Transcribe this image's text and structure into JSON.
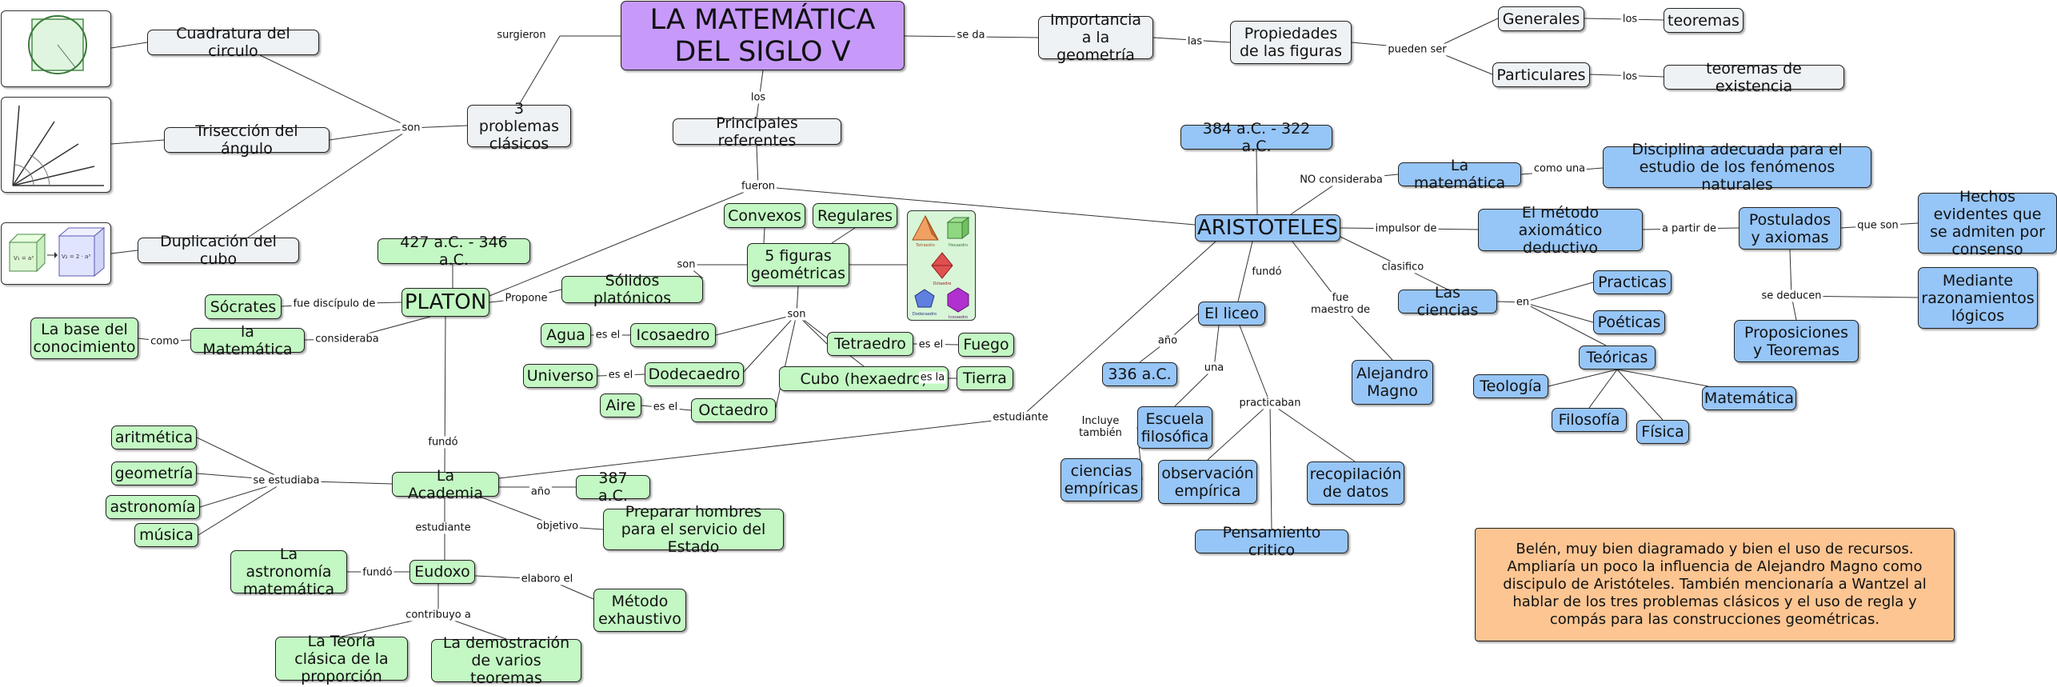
{
  "concepts": {
    "title": "LA MATEMÁTICA DEL SIGLO V",
    "importancia": "Importancia a la geometría",
    "propiedades": "Propiedades de las figuras",
    "generales": "Generales",
    "teoremas": "teoremas",
    "particulares": "Particulares",
    "teoremas_existencia": "teoremas de existencia",
    "cuadratura": "Cuadratura del circulo",
    "triseccion": "Trisección del ángulo",
    "duplicacion": "Duplicación del cubo",
    "tres_problemas": "3 problemas clásicos",
    "principales": "Principales referentes",
    "platon_fechas": "427 a.C. - 346 a.C.",
    "platon": "PLATON",
    "socrates": "Sócrates",
    "la_matematica": "la Matemática",
    "base_conocimiento": "La base del conocimiento",
    "solidos": "Sólidos platónicos",
    "cinco_figuras": "5 figuras geométricas",
    "convexos": "Convexos",
    "regulares": "Regulares",
    "agua": "Agua",
    "icosaedro": "Icosaedro",
    "universo": "Universo",
    "dodecaedro": "Dodecaedro",
    "aire": "Aire",
    "octaedro": "Octaedro",
    "tetraedro": "Tetraedro",
    "fuego": "Fuego",
    "cubo": "Cubo (hexaedro)",
    "tierra": "Tierra",
    "academia": "La Academia",
    "aritmetica": "aritmética",
    "geometria": "geometría",
    "astronomia": "astronomía",
    "musica": "música",
    "academia_ano": "387 a.C.",
    "preparar": "Preparar hombres para el servicio del Estado",
    "eudoxo": "Eudoxo",
    "astronomia_mat": "La astronomía matemática",
    "metodo_exhaustivo": "Método exhaustivo",
    "teoria_proporcion": "La Teoría clásica de la proporción",
    "demostracion": "La demostración de varios teoremas",
    "aristoteles_fechas": "384 a.C. - 322 a.C.",
    "aristoteles": "ARISTOTELES",
    "matematica_ari": "La matemática",
    "disciplina": "Disciplina adecuada para el estudio de los fenómenos naturales",
    "metodo_axiomatico": "El método axiomático deductivo",
    "postulados": "Postulados y axiomas",
    "hechos": "Hechos evidentes que se admiten por consenso",
    "mediante": "Mediante razonamientos lógicos",
    "proposiciones": "Proposiciones y Teoremas",
    "ciencias": "Las ciencias",
    "practicas": "Practicas",
    "poeticas": "Poéticas",
    "teoricas": "Teóricas",
    "teologia": "Teología",
    "filosofia": "Filosofía",
    "fisica": "Física",
    "matematica_teo": "Matemática",
    "liceo": "El liceo",
    "liceo_ano": "336 a.C.",
    "escuela": "Escuela filosófica",
    "ciencias_empiricas": "ciencias empíricas",
    "observacion": "observación empírica",
    "recopilacion": "recopilación de datos",
    "pensamiento": "Pensamiento critico",
    "alejandro": "Alejandro Magno",
    "comment": "Belén, muy bien diagramado y bien el uso de recursos. Ampliaría un poco la influencia de Alejandro Magno como discipulo de Aristóteles.  También mencionaría a Wantzel al hablar de los tres problemas clásicos y el uso de regla y compás para las construcciones geométricas."
  },
  "link_labels": {
    "surgieron": "surgieron",
    "se_da": "se da",
    "las": "las",
    "pueden_ser": "pueden ser",
    "los_gen": "los",
    "los_par": "los",
    "son_problemas": "son",
    "los_ref": "los",
    "fueron": "fueron",
    "fue_discipulo": "fue discípulo de",
    "consideraba": "consideraba",
    "como": "como",
    "propone": "Propone",
    "son_solidos": "son",
    "son_figuras": "son",
    "es_el_agua": "es el",
    "es_el_universo": "es el",
    "es_el_aire": "es el",
    "es_el_fuego": "es el",
    "es_la_tierra": "es la",
    "fundo_academia": "fundó",
    "se_estudiaba": "se estudiaba",
    "ano_academia": "año",
    "objetivo": "objetivo",
    "estudiante_eudoxo": "estudiante",
    "fundo_eudoxo": "fundó",
    "elaboro": "elaboro el",
    "contribuyo": "contribuyo a",
    "estudiante_ari": "estudiante",
    "no_consideraba": "NO consideraba",
    "como_una": "como una",
    "impulsor": "impulsor de",
    "a_partir": "a partir de",
    "que_son": "que son",
    "se_deducen": "se deducen",
    "clasifico": "clasifico",
    "en": "en",
    "fundo_liceo": "fundó",
    "fue_maestro": "fue maestro de",
    "ano_liceo": "año",
    "una": "una",
    "incluye": "Incluye también",
    "practicaban": "practicaban"
  },
  "image_labels": {
    "tetraedro": "Tetraedro",
    "hexaedro": "Hexaedro",
    "octaedro": "Octaedro",
    "dodecaedro": "Dodecaedro",
    "icosaedro": "Icosaedro",
    "cube_small": "V₁ = a³",
    "cube_big": "V₂ = 2 · a³"
  },
  "colors": {
    "gray": "#eef2f5",
    "green": "#c3f7c3",
    "blue": "#96c5f7",
    "purple": "#c79af9",
    "orange": "#fcc592"
  }
}
